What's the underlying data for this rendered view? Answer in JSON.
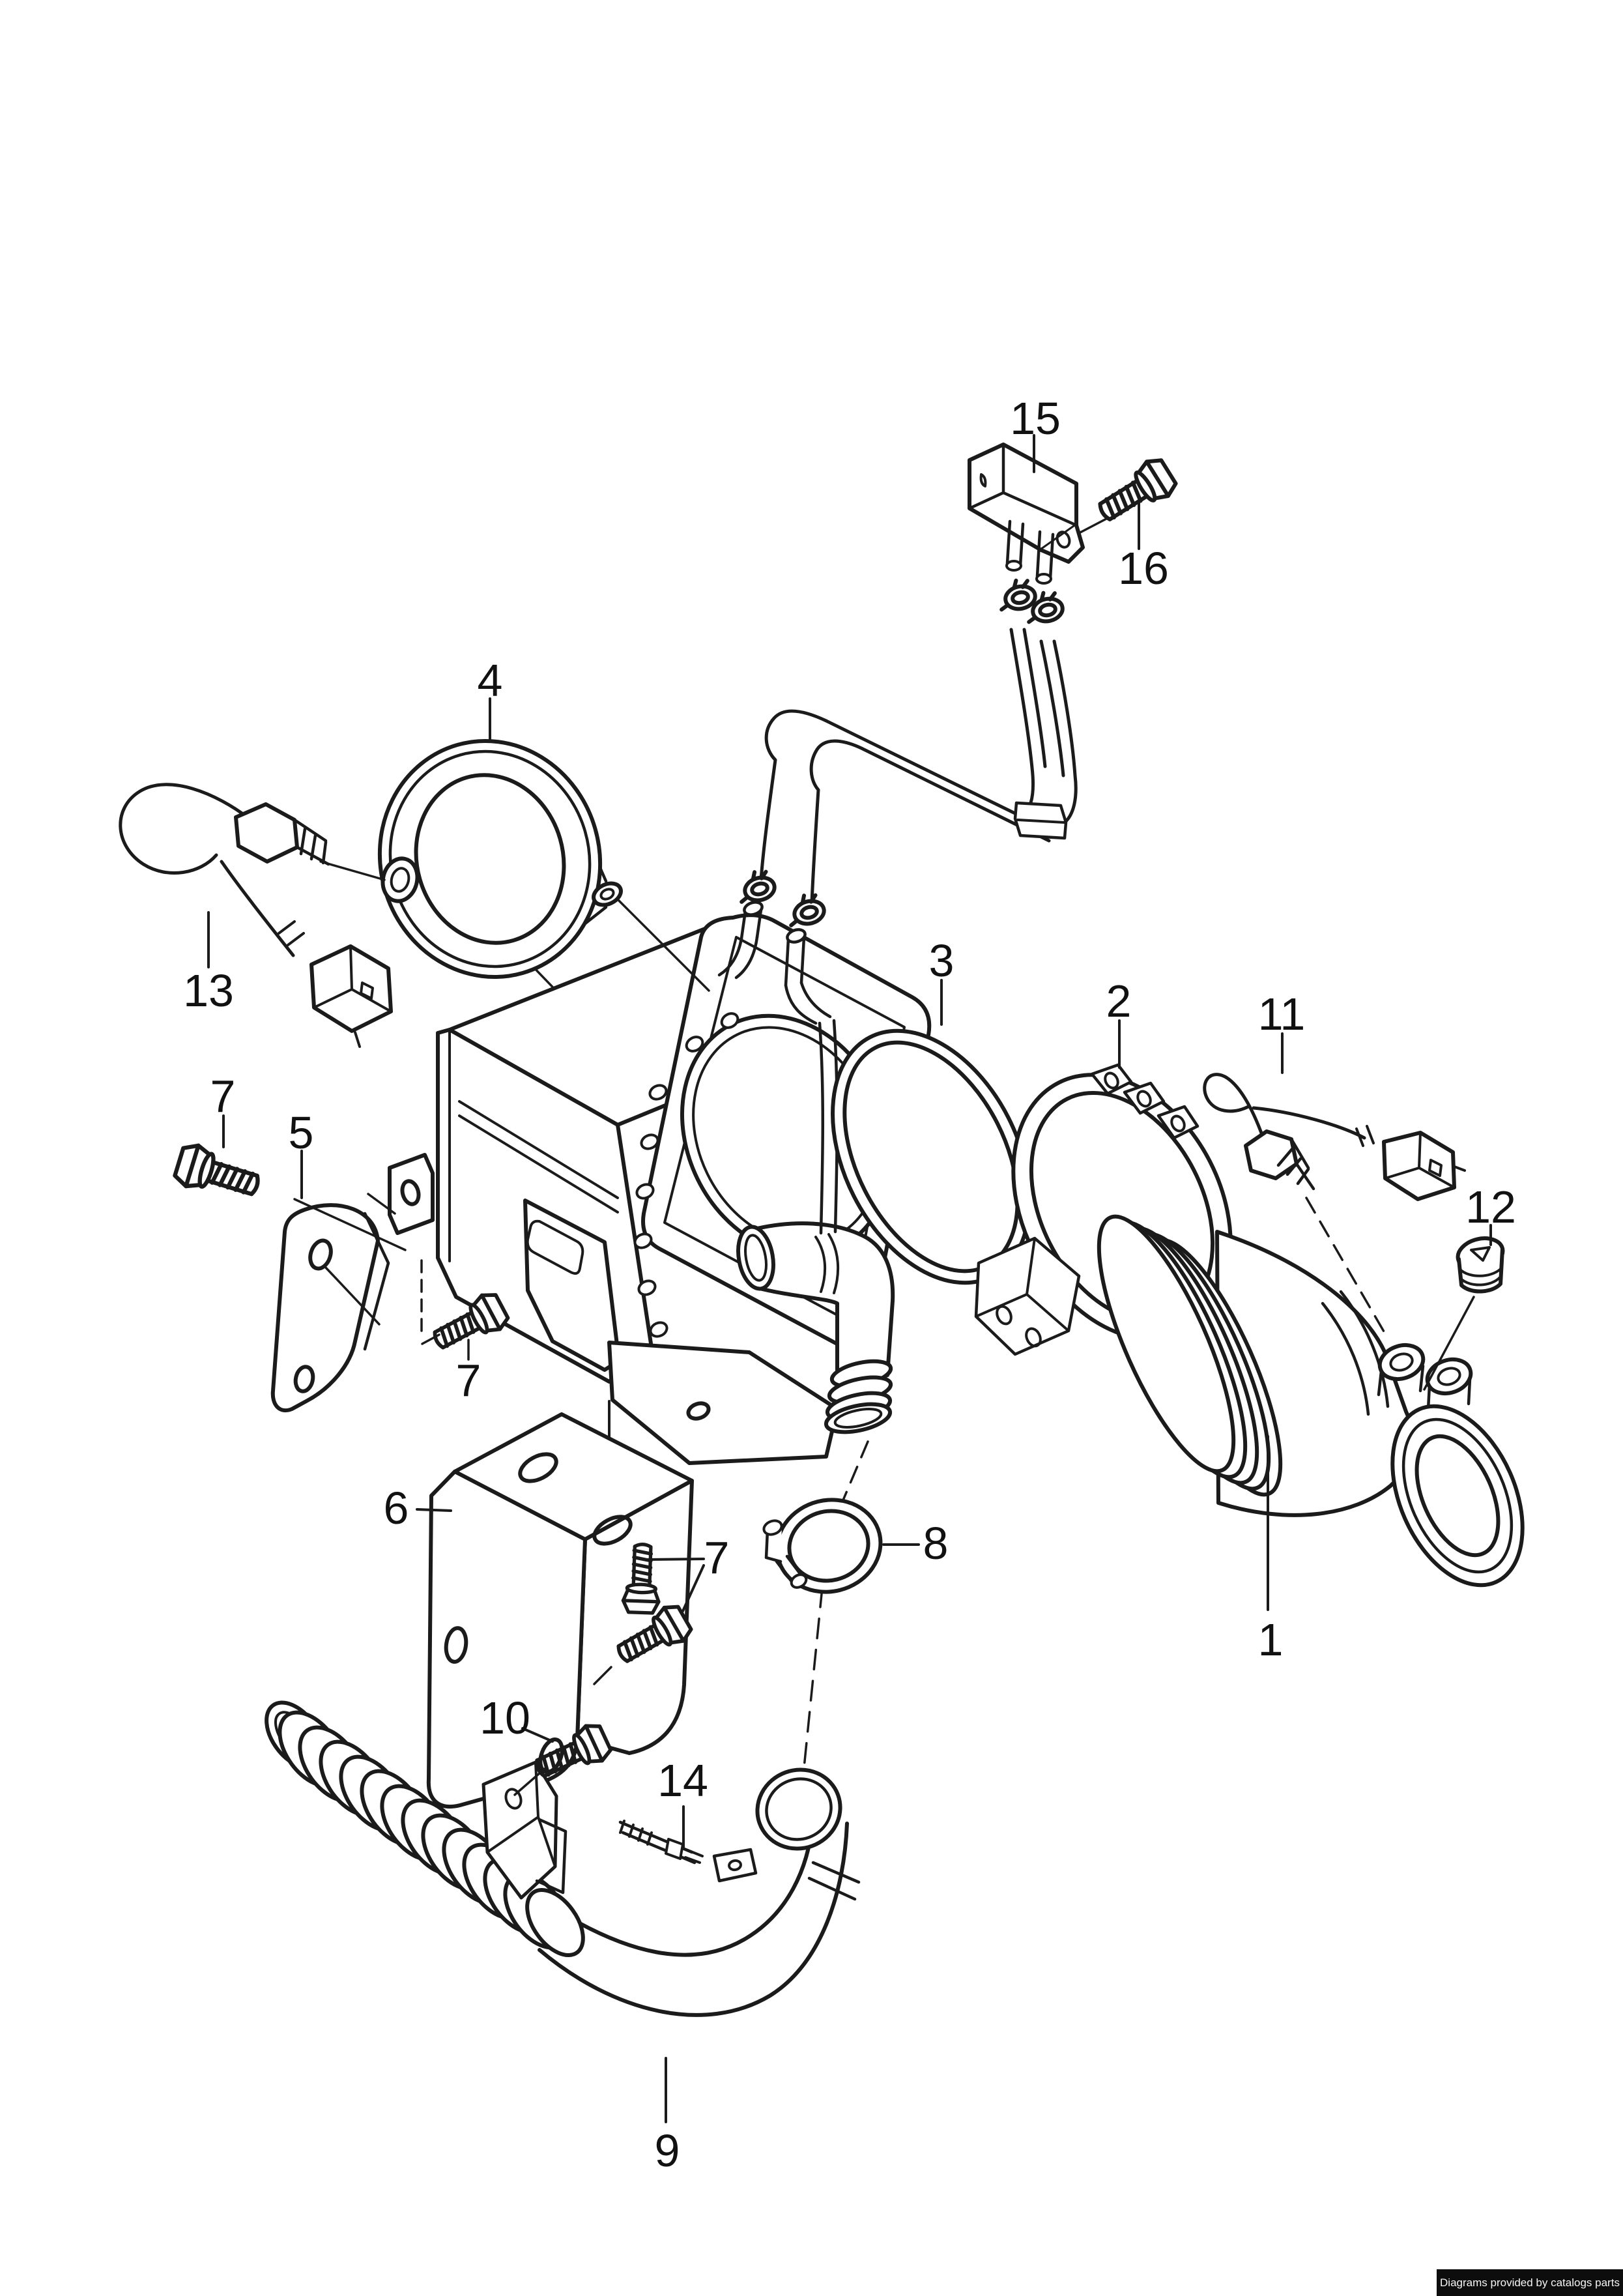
{
  "page": {
    "background_color": "#ffffff",
    "line_color": "#1b1b1b"
  },
  "diagram": {
    "callouts": [
      {
        "label": "15"
      },
      {
        "label": "16"
      },
      {
        "label": "4"
      },
      {
        "label": "13"
      },
      {
        "label": "3"
      },
      {
        "label": "2"
      },
      {
        "label": "11"
      },
      {
        "label": "12"
      },
      {
        "label": "7"
      },
      {
        "label": "5"
      },
      {
        "label": "7"
      },
      {
        "label": "6"
      },
      {
        "label": "7"
      },
      {
        "label": "8"
      },
      {
        "label": "1"
      },
      {
        "label": "10"
      },
      {
        "label": "14"
      },
      {
        "label": "9"
      }
    ]
  },
  "footer": {
    "watermark_text": "Diagrams provided by catalogs parts",
    "bg_color": "#0d0d0d",
    "text_color": "#f5f5f5"
  }
}
